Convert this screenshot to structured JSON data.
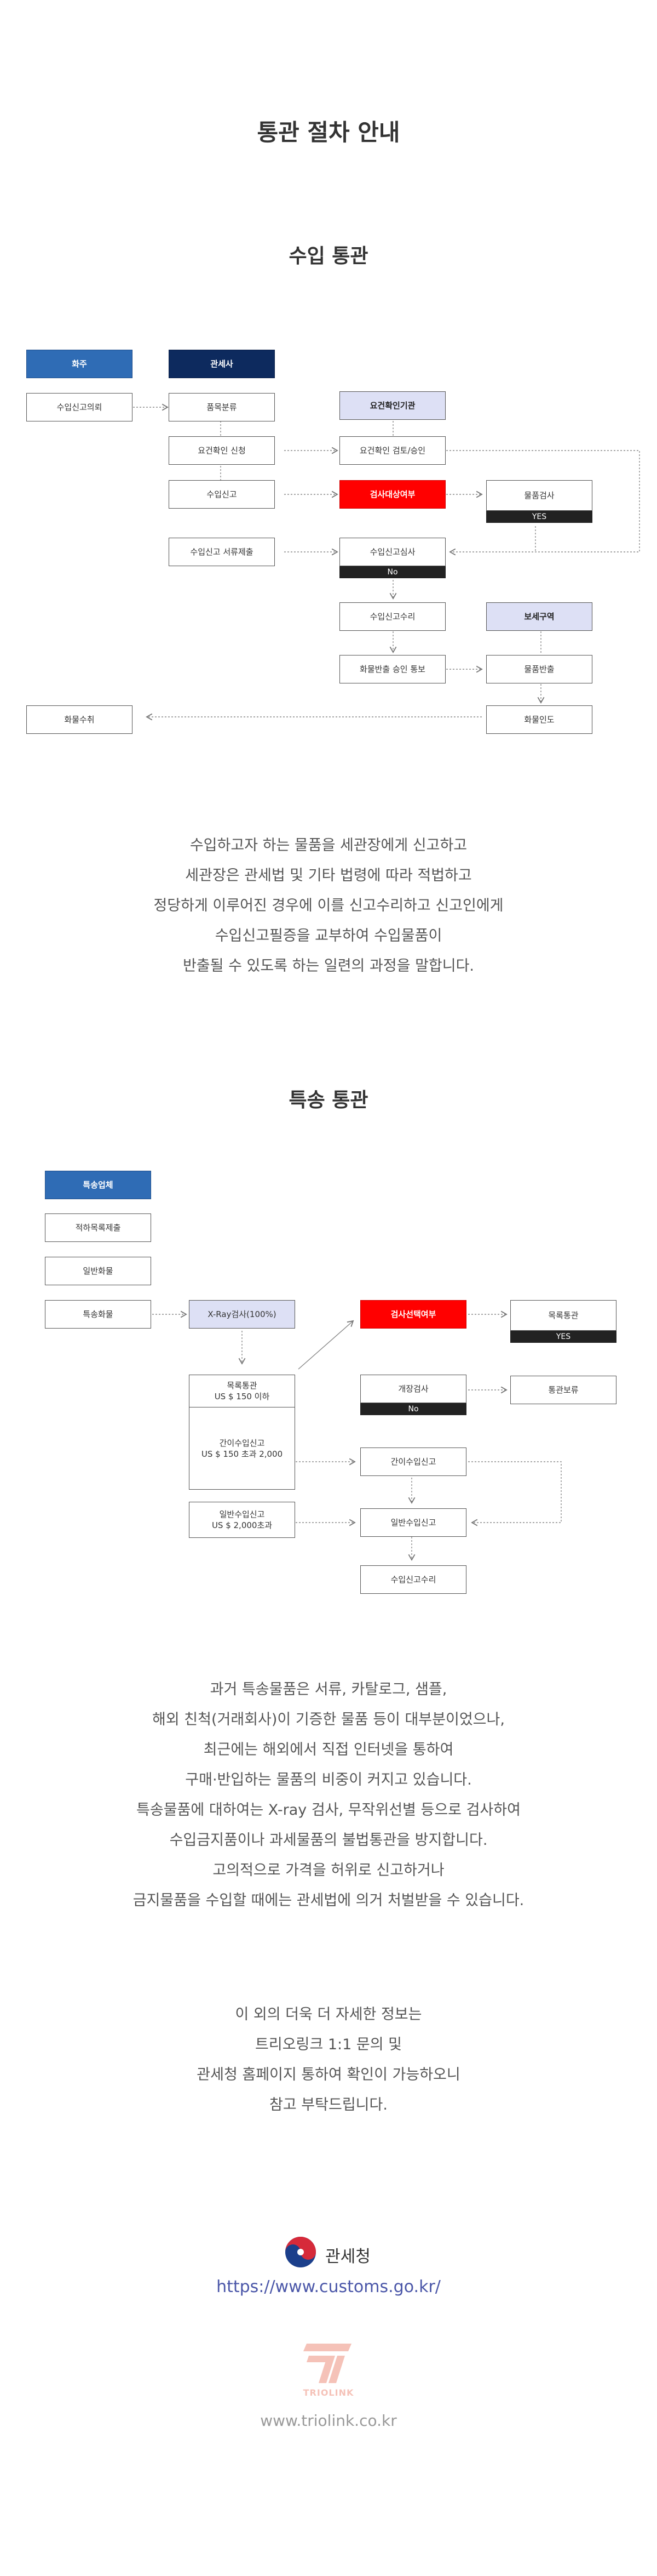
{
  "page": {
    "title": "통관 절차 안내"
  },
  "import": {
    "title": "수입 통관",
    "headers": {
      "shipper": "화주",
      "broker": "관세사",
      "agency": "요건확인기관",
      "bonded": "보세구역"
    },
    "steps": {
      "request": "수입신고의뢰",
      "classify": "품목분류",
      "req_apply": "요건확인 신청",
      "req_review": "요건확인 검토/승인",
      "declare": "수입신고",
      "inspect_target": "검사대상여부",
      "goods_inspect": "물품검사",
      "yes": "YES",
      "submit_docs": "수입신고 서류제출",
      "review": "수입신고심사",
      "no": "No",
      "accept": "수입신고수리",
      "release_notice": "화물반출 승인 통보",
      "goods_out": "물품반출",
      "cargo_delivery": "화물인도",
      "cargo_receive": "화물수취"
    },
    "paragraph": [
      "수입하고자 하는 물품을 세관장에게 신고하고",
      "세관장은 관세법 및 기타 법령에 따라 적법하고",
      "정당하게 이루어진 경우에 이를 신고수리하고 신고인에게",
      "수입신고필증을 교부하여 수입물품이",
      "반출될 수 있도록 하는 일련의 과정을 말합니다."
    ]
  },
  "express": {
    "title": "특송 통관",
    "steps": {
      "company": "특송업체",
      "manifest": "적하목록제출",
      "general": "일반화물",
      "express_cargo": "특송화물",
      "xray": "X-Ray검사(100%)",
      "inspect_target": "검사선택여부",
      "list_clear": "목록통관",
      "yes": "YES",
      "list_clear_box_1": "목록통관",
      "list_clear_box_2": "US $ 150 이하",
      "simple_box_1": "간이수입신고",
      "simple_box_2": "US $ 150 초과 2,000",
      "general_box_1": "일반수입신고",
      "general_box_2": "US $ 2,000초과",
      "open_inspect": "개장검사",
      "no": "No",
      "hold": "통관보류",
      "simple_decl": "간이수입신고",
      "general_decl": "일반수입신고",
      "accept": "수입신고수리"
    },
    "paragraph": [
      "과거 특송물품은 서류, 카탈로그, 샘플,",
      "해외 친척(거래회사)이 기증한 물품 등이 대부분이었으나,",
      "최근에는 해외에서 직접 인터넷을 통하여",
      "구매·반입하는 물품의 비중이 커지고 있습니다.",
      "특송물품에 대하여는 X-ray 검사, 무작위선별 등으로 검사하여",
      "수입금지품이나 과세물품의 불법통관을 방지합니다.",
      "고의적으로 가격을 허위로 신고하거나",
      "금지물품을 수입할 때에는 관세법에 의거 처벌받을 수 있습니다."
    ]
  },
  "info": {
    "lines": [
      "이 외의 더욱 더 자세한 정보는",
      "트리오링크 1:1 문의 및",
      "관세청 홈페이지 통하여 확인이 가능하오니",
      "참고 부탁드립니다."
    ]
  },
  "footer": {
    "customs_name": "관세청",
    "customs_url": "https://www.customs.go.kr/",
    "brand_name": "TRIOLINK",
    "brand_url": "www.triolink.co.kr"
  },
  "colors": {
    "blue": "#2f6cb5",
    "navy": "#0d2a5e",
    "red": "#ff0000",
    "lavender": "#dde0f5",
    "logo": "#f5c2b8"
  }
}
